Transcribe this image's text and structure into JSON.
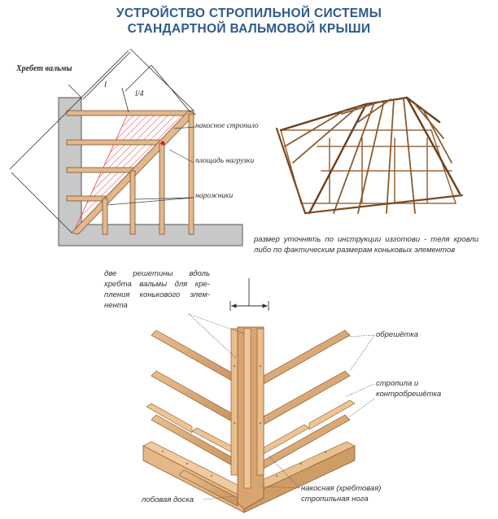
{
  "title": {
    "line1": "УСТРОЙСТВО СТРОПИЛЬНОЙ СИСТЕМЫ",
    "line2": "СТАНДАРТНОЙ ВАЛЬМОВОЙ КРЫШИ"
  },
  "plan_diagram": {
    "heading": "Хребет вальмы",
    "dim_l": "l",
    "dim_l4": "l/4",
    "label_hip_rafter": "накосное стропило",
    "label_load_area": "площадь нагрузки",
    "label_jack_rafters": "нарожники"
  },
  "detail_diagram": {
    "note_size": "размер уточнять по инструкции изготови - теля кровли либо по фактическим размерам коньковых элементов",
    "note_battens": "две решетины вдоль хребта вальмы для кре- пления конькового элем- нента",
    "label_lathing": "обрешётка",
    "label_rafters": "стропила и контробрешётка",
    "label_fascia": "лобовая доска",
    "label_hip_leg": "накосная (хребтовая) стропильная нога"
  },
  "colors": {
    "title": "#2e5a8c",
    "wood": "#d9a878",
    "wall": "#c8c8c8",
    "hatch": "#e03030"
  }
}
